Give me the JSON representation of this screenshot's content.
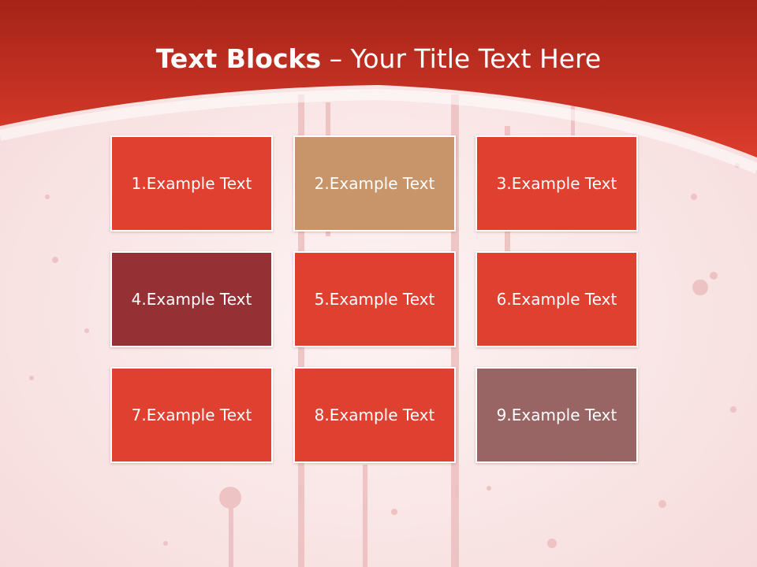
{
  "slide": {
    "title_bold": "Text Blocks",
    "title_dash": " – ",
    "title_rest": "Your Title Text Here"
  },
  "colors": {
    "header_top": "#a52318",
    "header_bottom": "#d63a2b",
    "background": "#fbeaea",
    "red_block": "#df4030",
    "tan_block": "#c8956a",
    "maroon_block": "#953135",
    "mauve_block": "#996464"
  },
  "blocks": [
    {
      "label": "1.Example Text",
      "color": "#df4030"
    },
    {
      "label": "2.Example Text",
      "color": "#c8956a"
    },
    {
      "label": "3.Example Text",
      "color": "#df4030"
    },
    {
      "label": "4.Example Text",
      "color": "#953135"
    },
    {
      "label": "5.Example Text",
      "color": "#df4030"
    },
    {
      "label": "6.Example Text",
      "color": "#df4030"
    },
    {
      "label": "7.Example Text",
      "color": "#df4030"
    },
    {
      "label": "8.Example Text",
      "color": "#df4030"
    },
    {
      "label": "9.Example Text",
      "color": "#996464"
    }
  ]
}
